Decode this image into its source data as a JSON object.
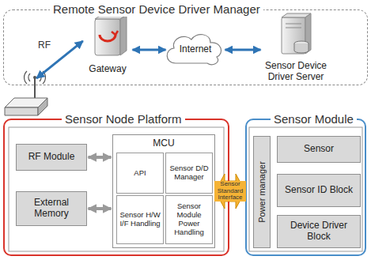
{
  "diagram": {
    "nodes": [
      {
        "text": [
          "Remote Sensor Device Driver Manager"
        ]
      },
      {
        "text": [
          "Gateway"
        ],
        "in": 0
      },
      {
        "text": [
          "Internet"
        ],
        "in": 0
      },
      {
        "text": [
          "Sensor Device Driver Server"
        ],
        "in": 0
      },
      {
        "text": [
          "Sensor Node Platform"
        ]
      },
      {
        "text": [
          "RF Module"
        ],
        "in": 4
      },
      {
        "text": [
          "External Memory"
        ],
        "in": 4
      },
      {
        "text": [
          "MCU"
        ],
        "in": 4
      },
      {
        "text": [
          "API"
        ],
        "in": 7
      },
      {
        "text": [
          "Sensor D/D Manager"
        ],
        "in": 7
      },
      {
        "text": [
          "Sensor H/W I/F Handling"
        ],
        "in": 7
      },
      {
        "text": [
          "Sensor Module Power Handling"
        ],
        "in": 7
      },
      {
        "text": [
          "Sensor Module"
        ]
      },
      {
        "text": [
          "Power manager"
        ],
        "in": 12
      },
      {
        "text": [
          "Sensor"
        ],
        "in": 12
      },
      {
        "text": [
          "Sensor ID Block"
        ],
        "in": 12
      },
      {
        "text": [
          "Device Driver Block"
        ],
        "in": 12
      }
    ],
    "edges": [
      {
        "from": 4,
        "to": 1,
        "arrow": "both",
        "label": "RF"
      },
      {
        "from": 1,
        "to": 2,
        "arrow": "both"
      },
      {
        "from": 2,
        "to": 3,
        "arrow": "both"
      },
      {
        "from": 5,
        "to": 7,
        "arrow": "both"
      },
      {
        "from": 6,
        "to": 7,
        "arrow": "both"
      },
      {
        "from": 7,
        "to": 12,
        "arrow": "both",
        "label": "Sensor Standard Interface"
      }
    ]
  }
}
